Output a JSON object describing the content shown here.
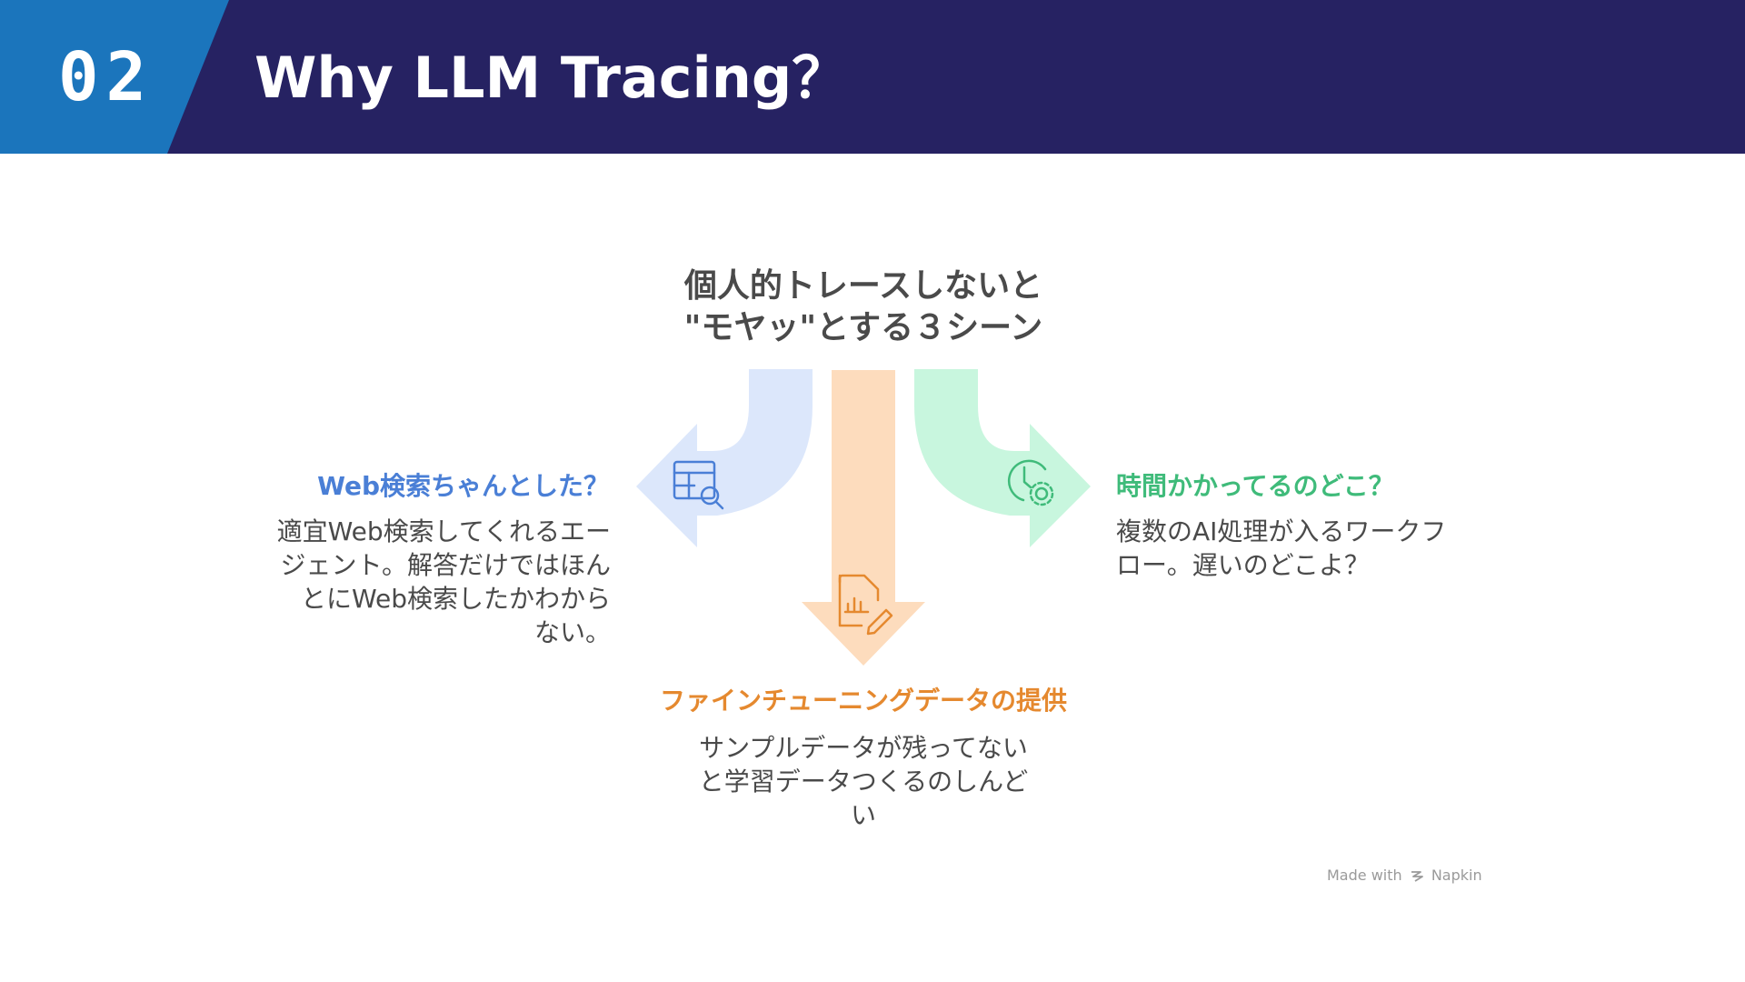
{
  "header": {
    "section_number": "02",
    "title": "Why LLM Tracing？"
  },
  "diagram": {
    "center_title_lines": [
      "個人的トレースしないと",
      "\"モヤッ\"とする３シーン"
    ],
    "left": {
      "title": "Web検索ちゃんとした？",
      "desc_lines": [
        "適宜Web検索してくれるエー",
        "ジェント。解答だけではほん",
        "とにWeb検索したかわから",
        "ない。"
      ],
      "icon": "table-search-icon",
      "color": "#4a7fd6",
      "arrow_color": "#dce7fb"
    },
    "middle": {
      "title": "ファインチューニングデータの提供",
      "desc_lines": [
        "サンプルデータが残ってない",
        "と学習データつくるのしんど",
        "い"
      ],
      "icon": "document-chart-edit-icon",
      "color": "#e5892f",
      "arrow_color": "#fddcbd"
    },
    "right": {
      "title": "時間かかってるのどこ？",
      "desc_lines": [
        "複数のAI処理が入るワークフ",
        "ロー。遅いのどこよ？"
      ],
      "icon": "clock-gear-icon",
      "color": "#3fbb7a",
      "arrow_color": "#c8f6de"
    }
  },
  "footer": {
    "made_with": "Made with",
    "brand": "Napkin",
    "icon": "napkin-logo-icon"
  },
  "colors": {
    "header_bg": "#262262",
    "number_bg": "#1b75bc",
    "body_text": "#4a4a4a"
  }
}
